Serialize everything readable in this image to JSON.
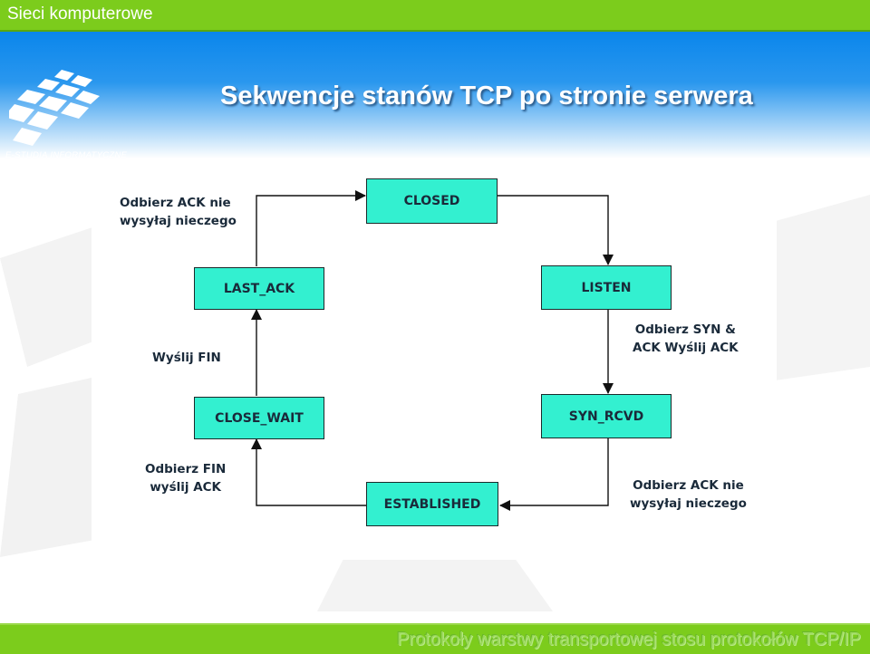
{
  "header": {
    "course": "Sieci komputerowe",
    "title": "Sekwencje stanów TCP po stronie serwera",
    "logo_text": "E-STUDIA INFORMATYCZNE"
  },
  "diagram": {
    "states": {
      "closed": "CLOSED",
      "listen": "LISTEN",
      "syn_rcvd": "SYN_RCVD",
      "established": "ESTABLISHED",
      "close_wait": "CLOSE_WAIT",
      "last_ack": "LAST_ACK"
    },
    "notes": {
      "last_ack_to_closed": "Odbierz ACK nie\nwysyłaj nieczego",
      "listen_to_syn_rcvd": "Odbierz SYN &\nACK Wyślij ACK",
      "syn_rcvd_to_established": "Odbierz ACK nie\nwysyłaj nieczego",
      "established_to_close_wait": "Odbierz FIN\nwyślij ACK",
      "close_wait_to_last_ack": "Wyślij FIN"
    },
    "colors": {
      "state_fill": "#33f0d0",
      "arrow": "#111111"
    }
  },
  "footer": {
    "text": "Protokoły warstwy transportowej stosu protokołów TCP/IP"
  },
  "theme": {
    "bar_green": "#7ccc1c",
    "header_blue": "#0a86ec"
  }
}
